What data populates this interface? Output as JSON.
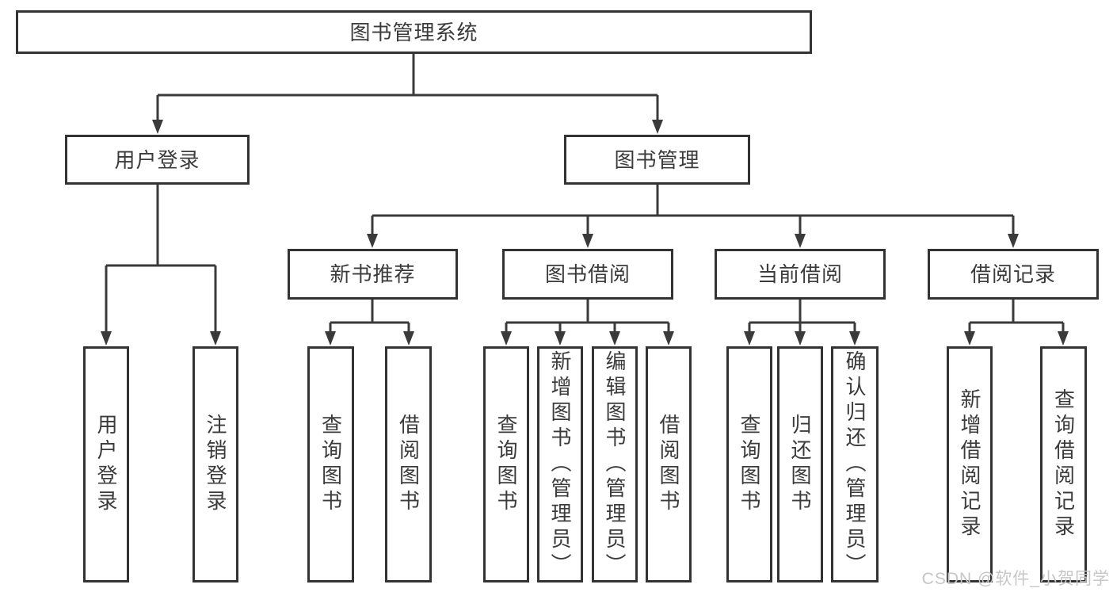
{
  "diagram": {
    "root": "图书管理系统",
    "user_login": "用户登录",
    "book_mgmt": "图书管理",
    "new_books": "新书推荐",
    "book_borrow": "图书借阅",
    "current_borrow": "当前借阅",
    "borrow_records": "借阅记录",
    "login_leaf": "用户登录",
    "logout_leaf": "注销登录",
    "nb_query": "查询图书",
    "nb_borrow": "借阅图书",
    "bb_query": "查询图书",
    "bb_add": "新增图书（管理员）",
    "bb_edit": "编辑图书（管理员）",
    "bb_borrow": "借阅图书",
    "cb_query": "查询图书",
    "cb_return": "归还图书",
    "cb_confirm": "确认归还（管理员）",
    "br_add": "新增借阅记录",
    "br_query": "查询借阅记录"
  },
  "watermark": "CSDN @软件_小贺同学",
  "colors": {
    "line": "#3a3a3a",
    "border": "#333333",
    "text": "#3b3b3b",
    "watermark": "#c6c6c6",
    "background": "#ffffff"
  }
}
